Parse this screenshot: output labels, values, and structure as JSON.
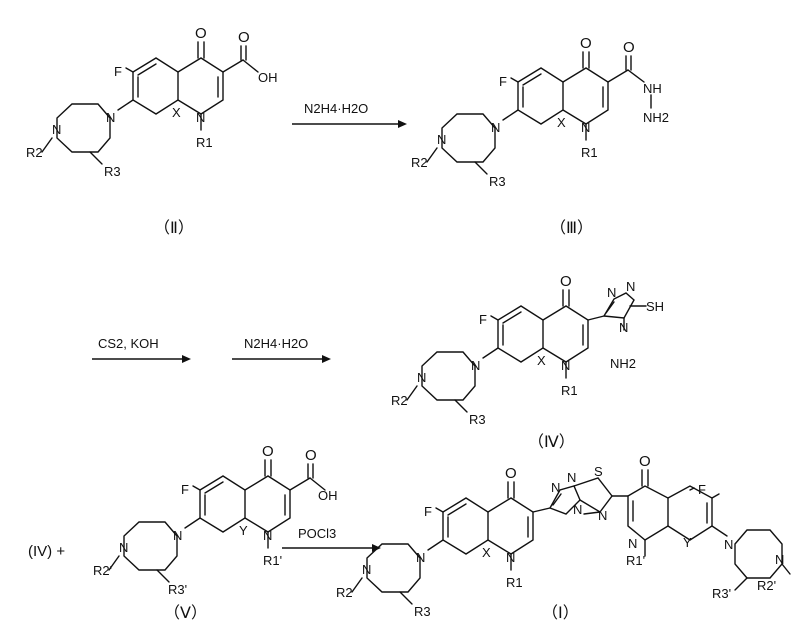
{
  "compound_labels": {
    "II": "（Ⅱ）",
    "III": "（Ⅲ）",
    "IV": "（Ⅳ）",
    "V": "（Ⅴ）",
    "I": "（Ⅰ）"
  },
  "reagents": {
    "step1": "N2H4·H2O",
    "step2a": "CS2, KOH",
    "step2b": "N2H4·H2O",
    "step3": "POCl3"
  },
  "reactant_prefix": "(IV) +",
  "atoms": {
    "F": "F",
    "O": "O",
    "OH": "OH",
    "N": "N",
    "X": "X",
    "Y": "Y",
    "S": "S",
    "SH": "SH",
    "NH": "NH",
    "NH2": "NH2",
    "R1": "R1",
    "R2": "R2",
    "R3": "R3",
    "R1p": "R1'",
    "R2p": "R2'",
    "R3p": "R3'"
  }
}
